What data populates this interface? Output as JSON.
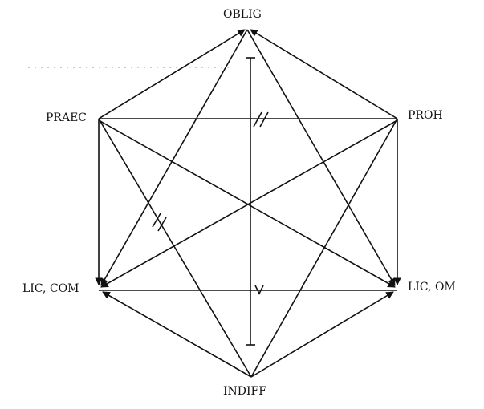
{
  "nodes": {
    "oblig": "OBLIG",
    "praec": "PRAEC",
    "proh": "PROH",
    "lic_com": "LIC, COM",
    "lic_om": "LIC, OM",
    "indiff": "INDIFF"
  },
  "colors": {
    "line": "#111111",
    "background": "#ffffff"
  }
}
